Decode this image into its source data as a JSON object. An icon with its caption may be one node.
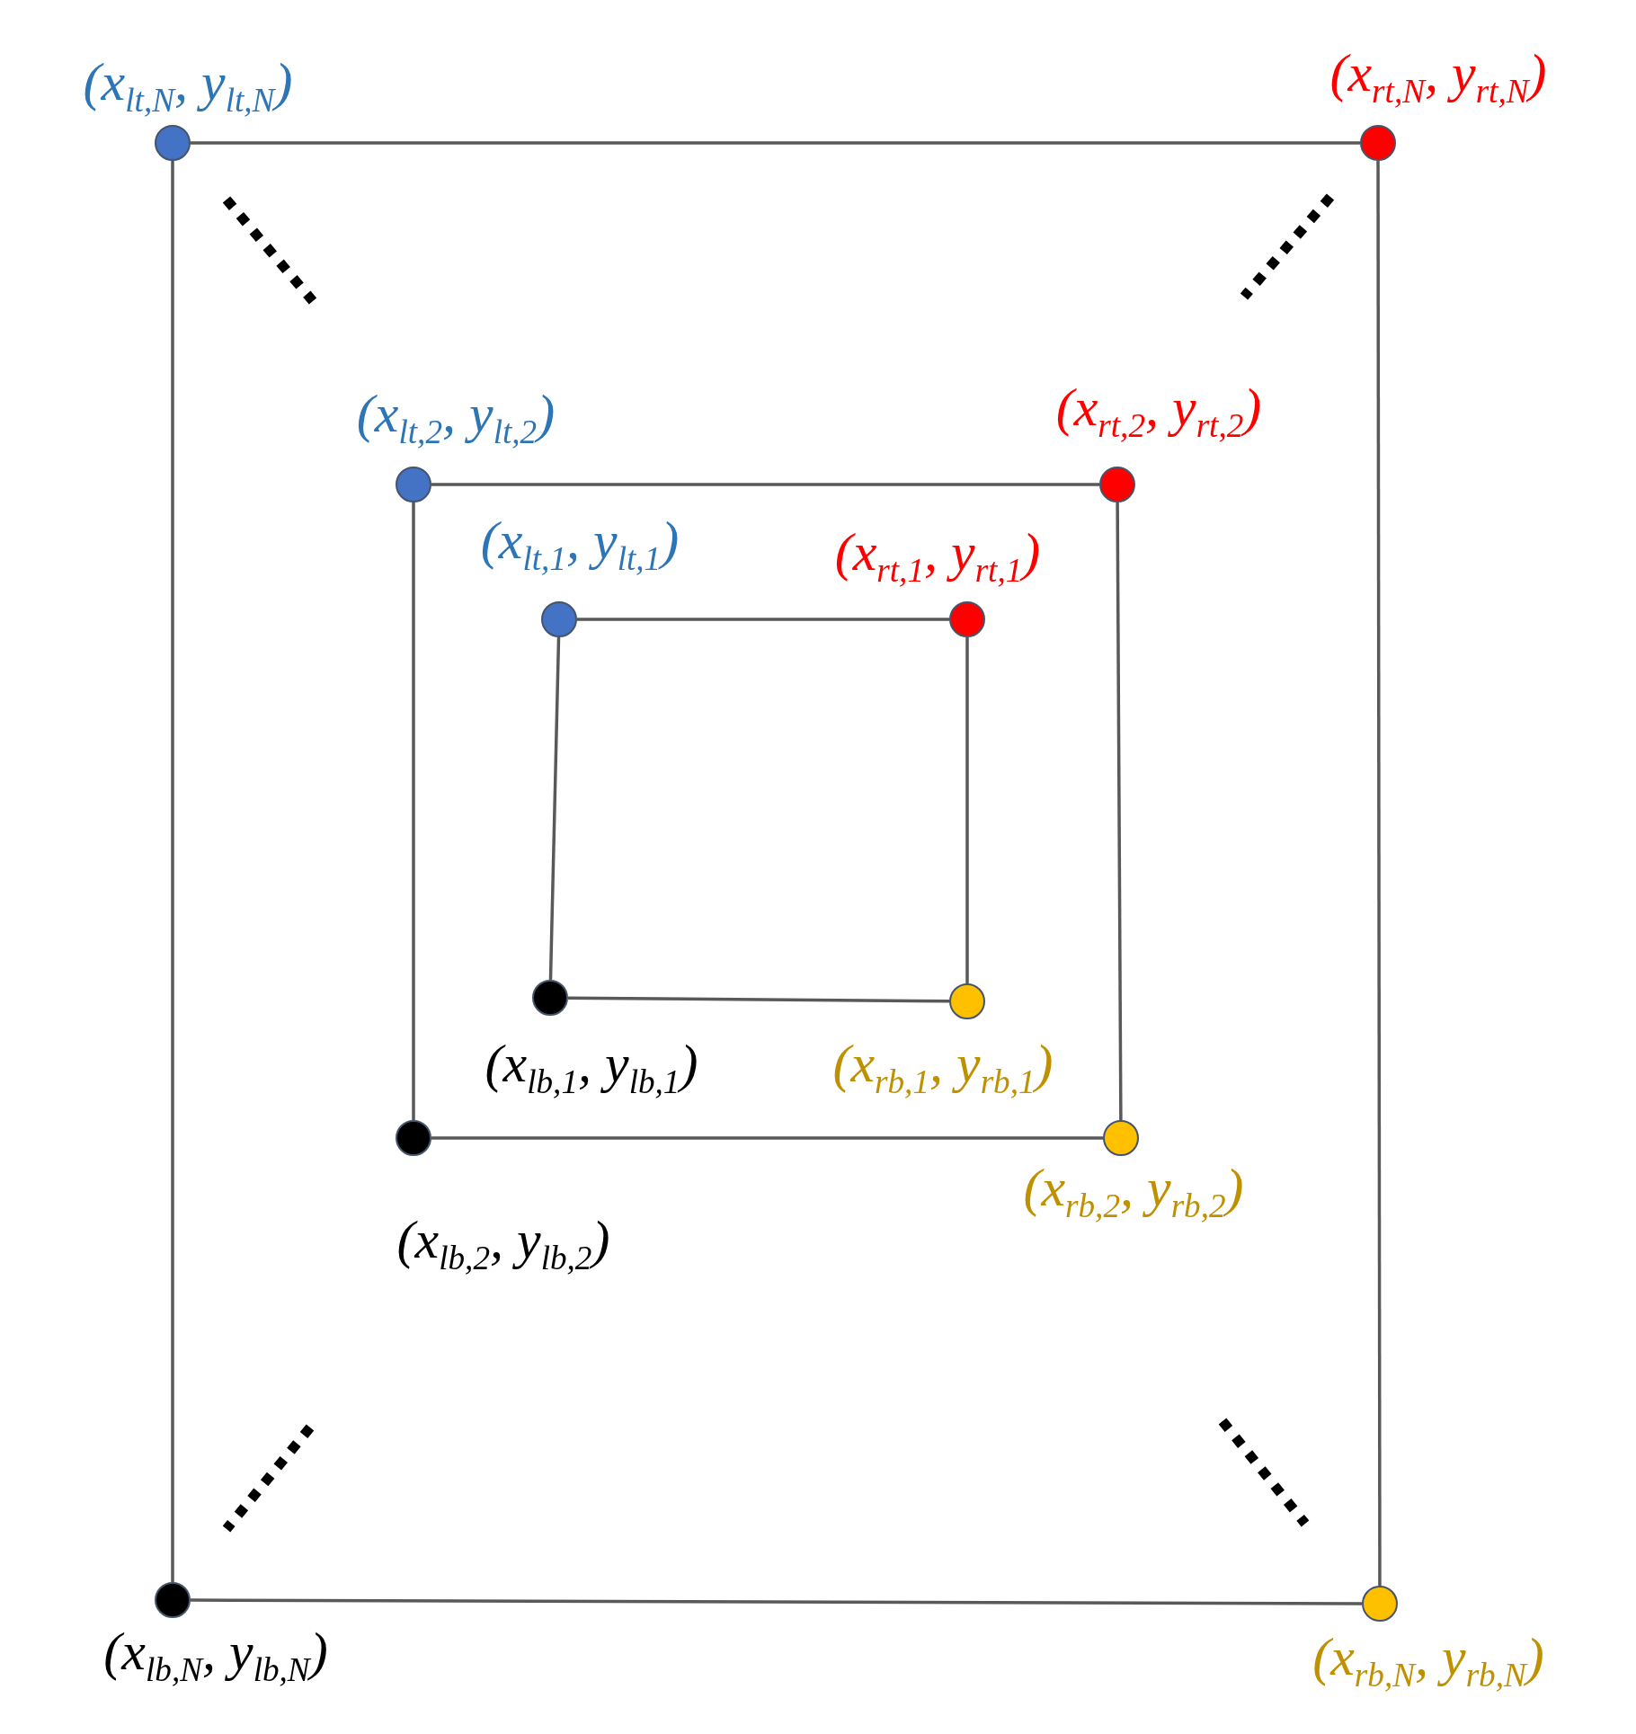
{
  "diagram": {
    "nodes": [
      {
        "text": [],
        "shape": "circle",
        "beside": [
          "(x$_{lt,N}$, y$_{lt,N}$)"
        ]
      },
      {
        "text": [],
        "shape": "circle",
        "beside": [
          "(x$_{rt,N}$, y$_{rt,N}$)"
        ]
      },
      {
        "text": [],
        "shape": "circle",
        "beside": [
          "(x$_{lt,2}$, y$_{lt,2}$)"
        ]
      },
      {
        "text": [],
        "shape": "circle",
        "beside": [
          "(x$_{rt,2}$, y$_{rt,2}$)"
        ]
      },
      {
        "text": [],
        "shape": "circle",
        "beside": [
          "(x$_{lt,1}$, y$_{lt,1}$)"
        ]
      },
      {
        "text": [],
        "shape": "circle",
        "beside": [
          "(x$_{rt,1}$, y$_{rt,1}$)"
        ]
      },
      {
        "text": [],
        "shape": "circle",
        "beside": [
          "(x$_{lb,1}$, y$_{lb,1}$)"
        ]
      },
      {
        "text": [],
        "shape": "circle",
        "beside": [
          "(x$_{rb,1}$, y$_{rb,1}$)"
        ]
      },
      {
        "text": [],
        "shape": "circle",
        "beside": [
          "(x$_{rb,2}$, y$_{rb,2}$)"
        ]
      },
      {
        "text": [],
        "shape": "circle",
        "beside": [
          "(x$_{lb,2}$, y$_{lb,2}$)"
        ]
      },
      {
        "text": [],
        "shape": "circle",
        "beside": [
          "(x$_{lb,N}$, y$_{lb,N}$)"
        ]
      },
      {
        "text": [],
        "shape": "circle",
        "beside": [
          "(x$_{rb,N}$, y$_{rb,N}$)"
        ]
      }
    ],
    "edges": [
      {
        "from": 0,
        "to": 1,
        "arrow": "none"
      },
      {
        "from": 1,
        "to": 11,
        "arrow": "none"
      },
      {
        "from": 11,
        "to": 10,
        "arrow": "none"
      },
      {
        "from": 10,
        "to": 0,
        "arrow": "none"
      },
      {
        "from": 2,
        "to": 3,
        "arrow": "none"
      },
      {
        "from": 3,
        "to": 8,
        "arrow": "none"
      },
      {
        "from": 8,
        "to": 9,
        "arrow": "none"
      },
      {
        "from": 9,
        "to": 2,
        "arrow": "none"
      },
      {
        "from": 4,
        "to": 5,
        "arrow": "none"
      },
      {
        "from": 5,
        "to": 7,
        "arrow": "none"
      },
      {
        "from": 7,
        "to": 6,
        "arrow": "none"
      },
      {
        "from": 6,
        "to": 4,
        "arrow": "none"
      }
    ]
  }
}
